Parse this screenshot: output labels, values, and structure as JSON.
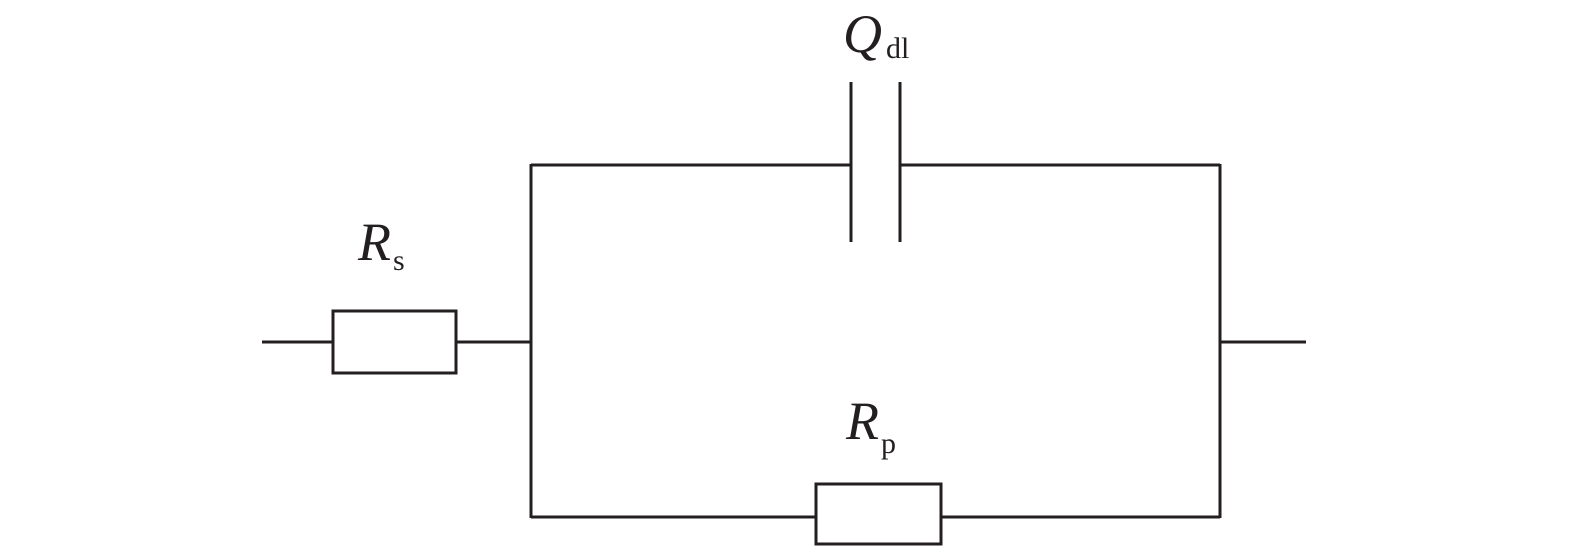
{
  "diagram": {
    "components": {
      "rs": {
        "symbol": "R",
        "subscript": "s"
      },
      "qdl": {
        "symbol": "Q",
        "subscript": "dl"
      },
      "rp": {
        "symbol": "R",
        "subscript": "p"
      }
    }
  },
  "colors": {
    "stroke": "#231f20",
    "background": "#ffffff"
  }
}
